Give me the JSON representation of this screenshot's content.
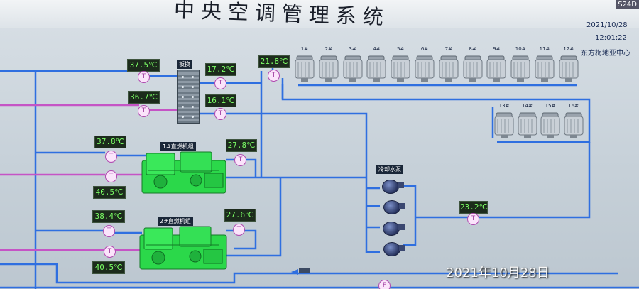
{
  "app": {
    "title": "中央空调管理系统",
    "corner_tag": "S24D",
    "date": "2021/10/28",
    "time": "12:01:22",
    "site": "东方梅地亚中心"
  },
  "labels": {
    "plate_exchanger": "板换",
    "chiller_1": "1#直燃机组",
    "chiller_2": "2#直燃机组",
    "cooling_pump": "冷却水泵"
  },
  "temperatures": {
    "hx_left_top": "37.5℃",
    "hx_left_bottom": "36.7℃",
    "hx_right_top": "17.2℃",
    "hx_right_bottom": "16.1℃",
    "tower_inlet": "21.8℃",
    "chiller1_left_top": "37.8℃",
    "chiller1_left_bottom": "40.5℃",
    "chiller1_right": "27.8℃",
    "chiller2_left_top": "38.4℃",
    "chiller2_left_bottom": "40.5℃",
    "chiller2_right": "27.6℃",
    "return_line": "23.2℃"
  },
  "sensor_glyph": "T",
  "flow_glyph": "F",
  "cooling_towers_row1": [
    "1#",
    "2#",
    "3#",
    "4#",
    "5#",
    "6#",
    "7#",
    "8#",
    "9#",
    "10#",
    "11#",
    "12#"
  ],
  "cooling_towers_row2": [
    "13#",
    "14#",
    "15#",
    "16#"
  ],
  "photo_watermark": "2021年10月28日",
  "colors": {
    "cold_pipe": "#2f6fe0",
    "hot_pipe": "#c554c5",
    "chiller_green": "#2bd84a",
    "temp_text": "#7cff66",
    "temp_bg": "#1c2b1c"
  }
}
